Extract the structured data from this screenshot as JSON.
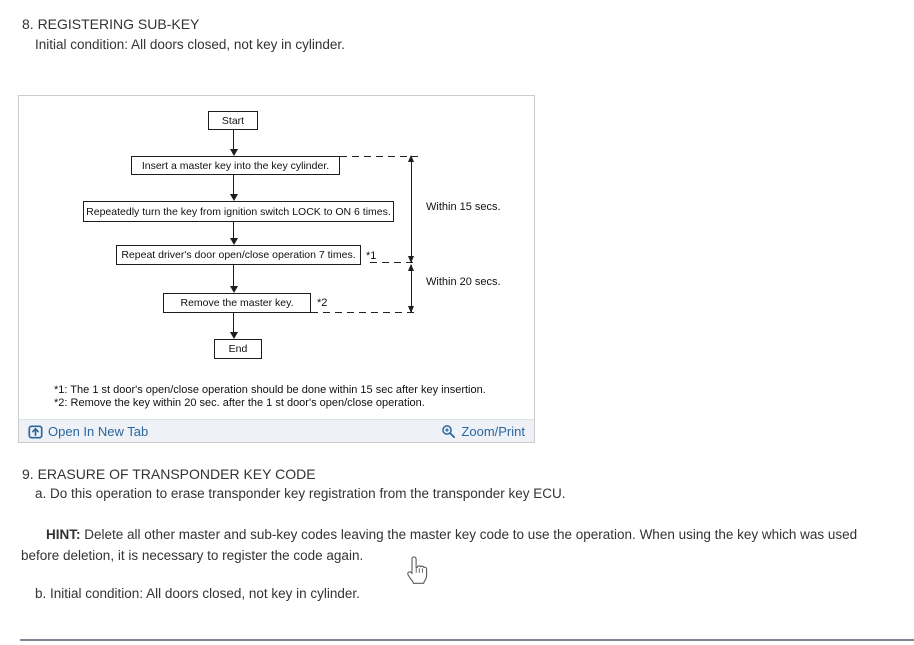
{
  "section8": {
    "heading": "8. REGISTERING SUB-KEY",
    "initial_condition": "Initial condition: All doors closed, not key in cylinder."
  },
  "figure": {
    "flowchart": {
      "node_start": "Start",
      "node_insert": "Insert a master key into the key cylinder.",
      "node_turn": "Repeatedly turn the key from ignition switch LOCK to ON 6 times.",
      "node_door": "Repeat driver's door open/close operation 7 times.",
      "node_remove": "Remove the master key.",
      "node_end": "End",
      "ref_1": "*1",
      "ref_2": "*2",
      "timing_15": "Within 15 secs.",
      "timing_20": "Within 20 secs.",
      "footnote_1": "*1: The 1 st door's open/close operation should be done within 15 sec after key insertion.",
      "footnote_2": "*2: Remove the key within 20 sec. after the 1 st door's open/close operation."
    },
    "toolbar": {
      "open_in_new_tab": "Open In New Tab",
      "zoom_print": "Zoom/Print",
      "open_icon": "open-in-new-tab-icon",
      "zoom_icon": "zoom-in-icon"
    }
  },
  "section9": {
    "heading": "9. ERASURE OF TRANSPONDER KEY CODE",
    "item_a": "a. Do this operation to erase transponder key registration from the transponder key ECU.",
    "hint_label": "HINT:",
    "hint_text": " Delete all other master and sub-key codes leaving the master key code to use the operation. When using the key which was used before deletion, it is necessary to register the code again.",
    "item_b": "b. Initial condition: All doors closed, not key in cylinder."
  },
  "colors": {
    "link_blue": "#2b669f",
    "toolbar_bg": "#eef1f5",
    "body_text": "#333333",
    "flowchart_ink": "#1d1d1d"
  },
  "cursor": {
    "icon": "hand-cursor"
  }
}
